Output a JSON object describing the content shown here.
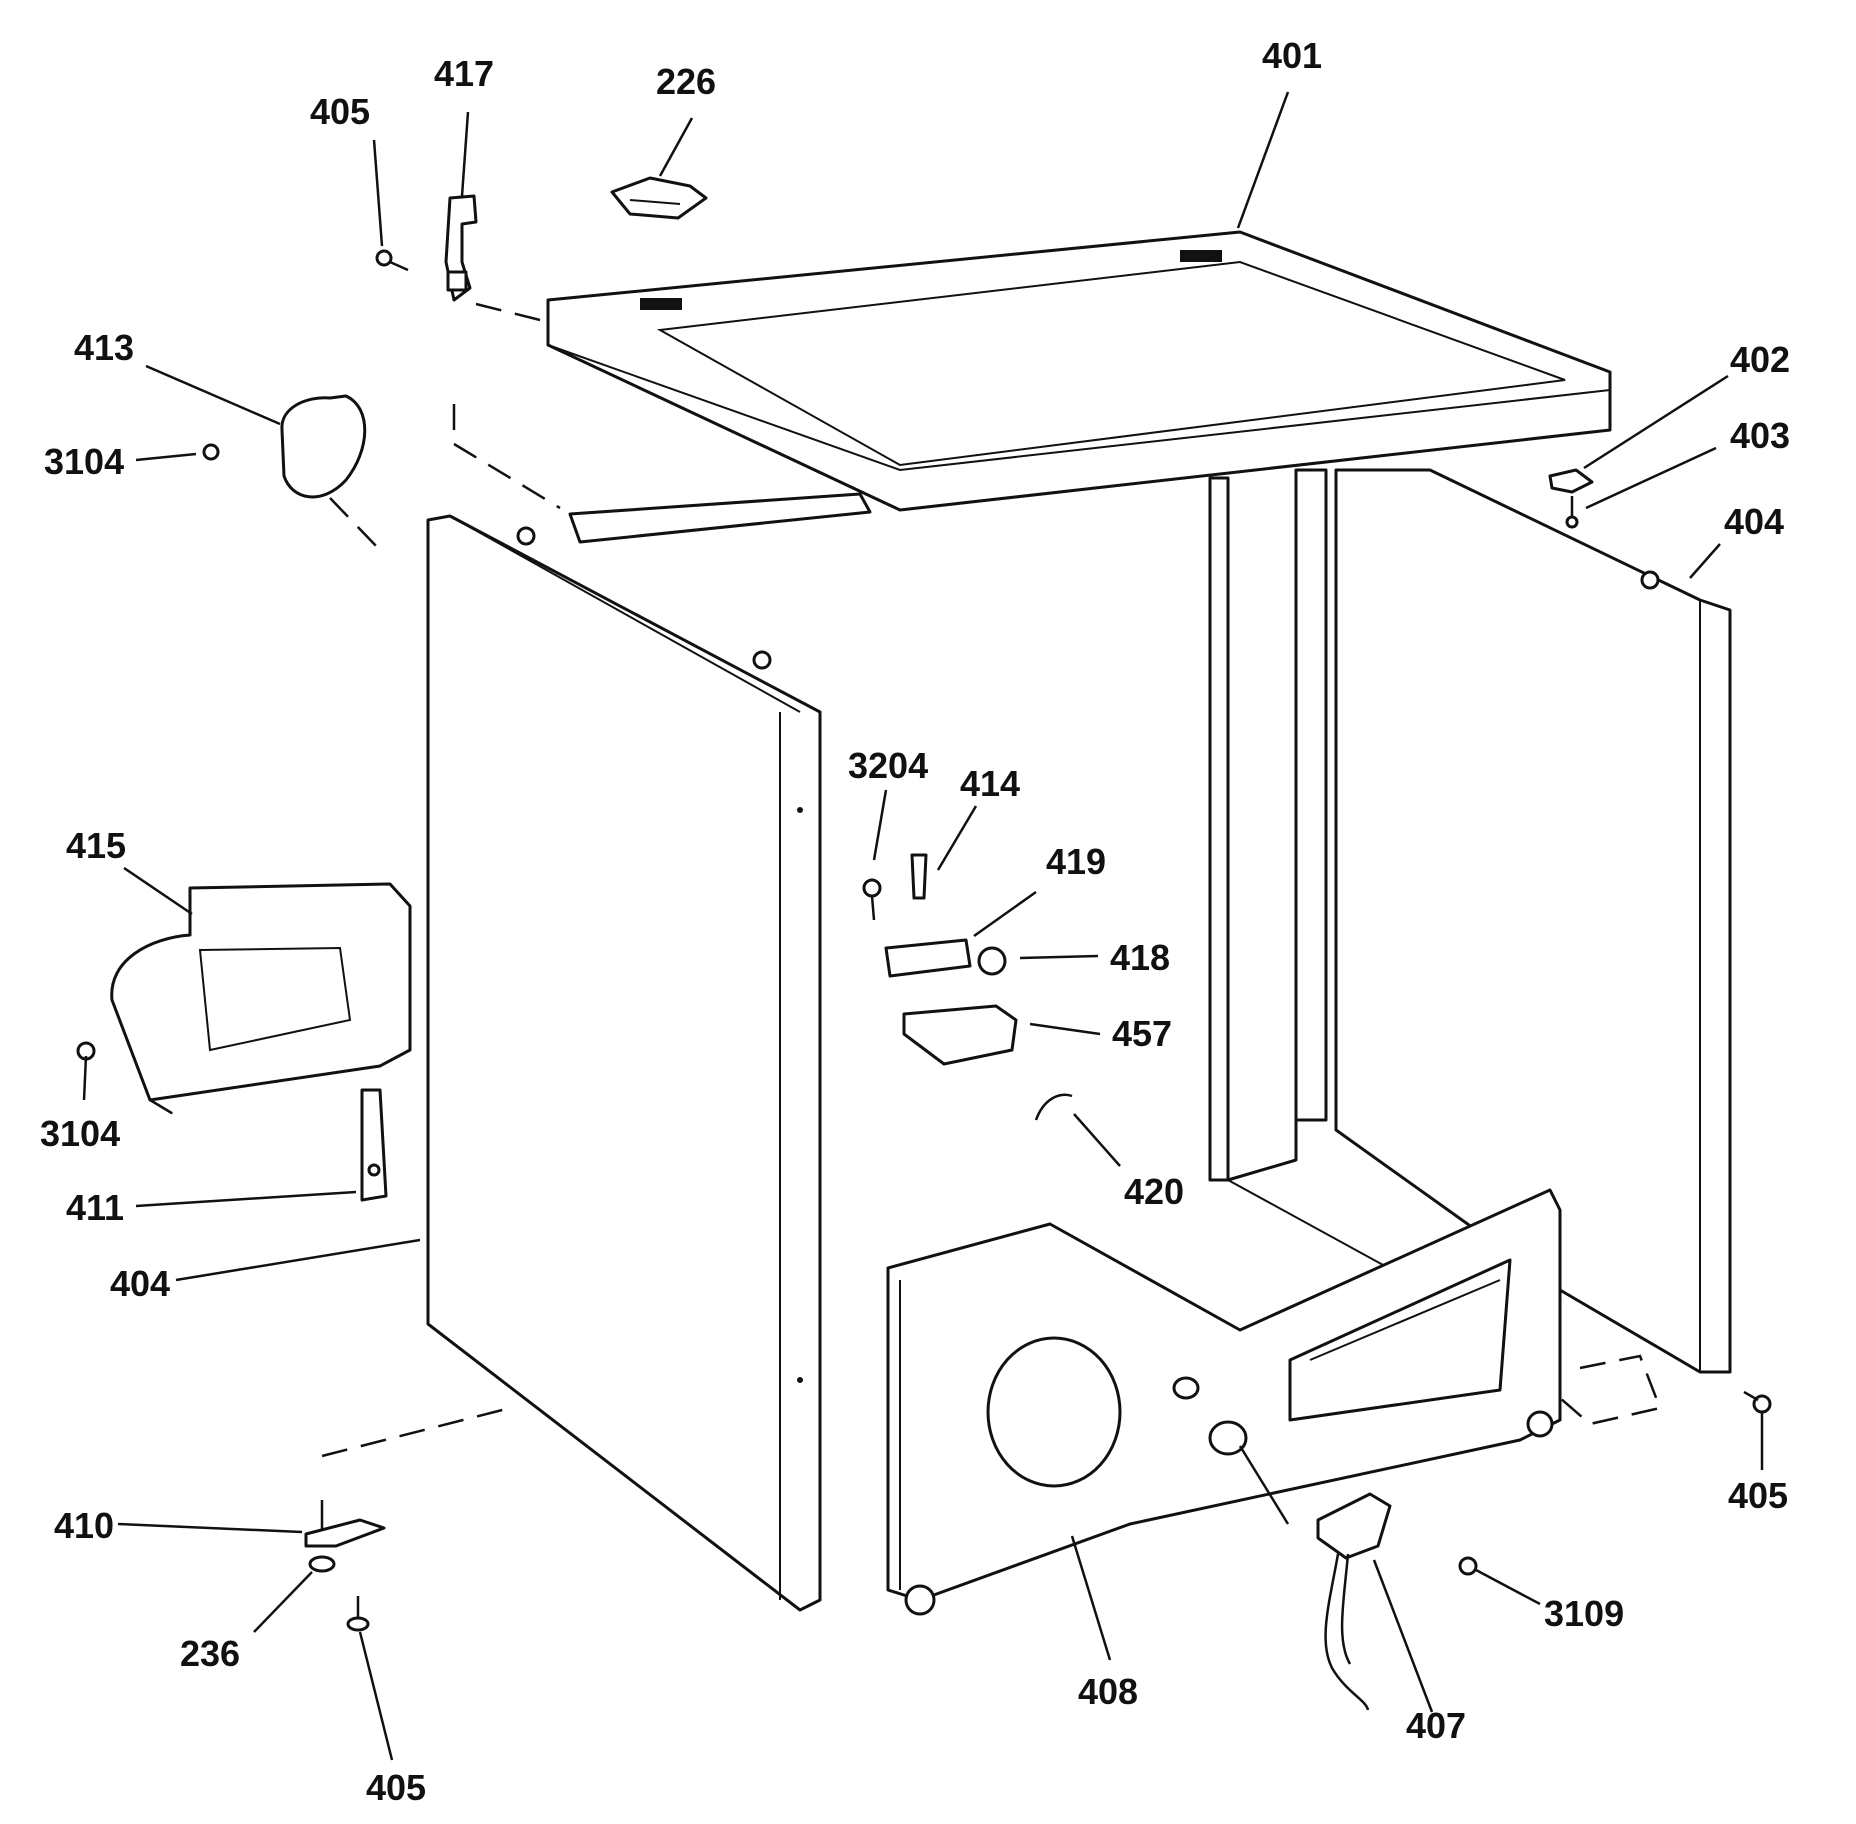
{
  "callouts": {
    "c401": "401",
    "c226": "226",
    "c417": "417",
    "c405_top": "405",
    "c413": "413",
    "c3104_top": "3104",
    "c402": "402",
    "c403": "403",
    "c404_right": "404",
    "c3204": "3204",
    "c414": "414",
    "c419": "419",
    "c418": "418",
    "c457": "457",
    "c415": "415",
    "c3104_bottom": "3104",
    "c411": "411",
    "c420": "420",
    "c404_left": "404",
    "c405_right": "405",
    "c410": "410",
    "c236": "236",
    "c405_bottom": "405",
    "c408": "408",
    "c3109": "3109",
    "c407": "407"
  }
}
